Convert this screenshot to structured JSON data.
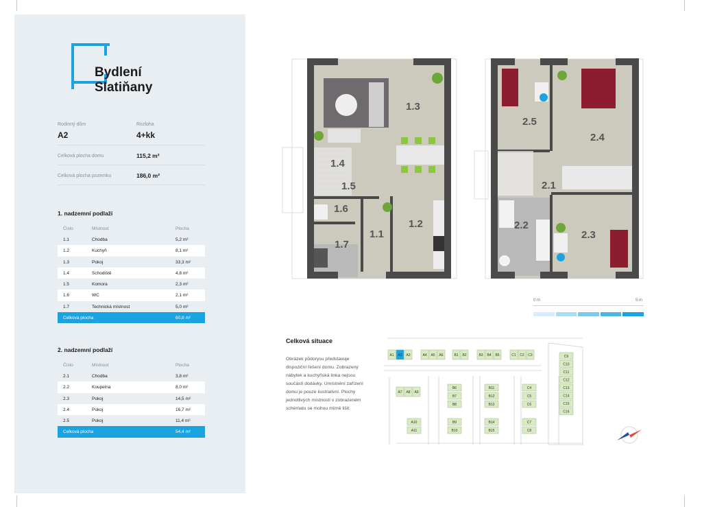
{
  "brand": {
    "line1": "Bydlení",
    "line2": "Slatiňany",
    "accent": "#1aa3e0"
  },
  "summary": {
    "type_label": "Rodinný dům",
    "type_value": "A2",
    "layout_label": "Rozloha",
    "layout_value": "4+kk",
    "house_area_label": "Celková plocha domu",
    "house_area_value": "115,2 m²",
    "plot_area_label": "Celková plocha pozemku",
    "plot_area_value": "186,0 m²"
  },
  "floor1": {
    "title": "1. nadzemní podlaží",
    "headers": [
      "Číslo",
      "Místnost",
      "Plocha"
    ],
    "rows": [
      [
        "1.1",
        "Chodba",
        "5,2 m²"
      ],
      [
        "1.2",
        "Kuchyň",
        "8,1 m²"
      ],
      [
        "1.3",
        "Pokoj",
        "33,3 m²"
      ],
      [
        "1.4",
        "Schodiště",
        "4,8 m²"
      ],
      [
        "1.5",
        "Komora",
        "2,3 m²"
      ],
      [
        "1.6",
        "WC",
        "2,1 m²"
      ],
      [
        "1.7",
        "Technická místnost",
        "5,0 m²"
      ]
    ],
    "total_label": "Celková plocha",
    "total_value": "60,8 m²"
  },
  "floor2": {
    "title": "2. nadzemní podlaží",
    "headers": [
      "Číslo",
      "Místnost",
      "Plocha"
    ],
    "rows": [
      [
        "2.1",
        "Chodba",
        "3,8 m²"
      ],
      [
        "2.2",
        "Koupelna",
        "8,0 m²"
      ],
      [
        "2.3",
        "Pokoj",
        "14,5 m²"
      ],
      [
        "2.4",
        "Pokoj",
        "16,7 m²"
      ],
      [
        "2.5",
        "Pokoj",
        "11,4 m²"
      ]
    ],
    "total_label": "Celková plocha",
    "total_value": "54,4 m²"
  },
  "plan1_rooms": [
    "1.3",
    "1.4",
    "1.5",
    "1.6",
    "1.2",
    "1.7",
    "1.1"
  ],
  "plan2_rooms": [
    "2.5",
    "2.4",
    "2.1",
    "2.2",
    "2.3"
  ],
  "scale": {
    "start": "0 m",
    "end": "5 m",
    "colors": [
      "#d7eef9",
      "#aadcf2",
      "#7ccaeb",
      "#4db6e4",
      "#1aa3e0"
    ]
  },
  "situation": {
    "title": "Celková situace",
    "text": "Obrázek půdorysu představuje dispoziční řešení domu. Zobrazený nábytek a kuchyňská linka nejsou součástí dodávky. Umístnění zařízení domu je pouze ilustrativní. Plochy jednotlivých místností v zobrazeném schématu se mohou mírně lišit.",
    "plots_row1": [
      "A1",
      "A2",
      "A3",
      "A4",
      "A5",
      "A6",
      "B1",
      "B2",
      "B3",
      "B4",
      "B5",
      "C1",
      "C2",
      "C3"
    ],
    "plots_right": [
      "C9",
      "C10",
      "C11",
      "C12",
      "C13",
      "C14",
      "C15",
      "C16"
    ],
    "plots_a": [
      "A7",
      "A8",
      "A9",
      "A10",
      "A11"
    ],
    "plots_b6": [
      "B6",
      "B7",
      "B8",
      "B9",
      "B10"
    ],
    "plots_b11": [
      "B11",
      "B12",
      "B13",
      "B14",
      "B15"
    ],
    "plots_c": [
      "C4",
      "C5",
      "C6",
      "C7",
      "C8"
    ],
    "highlight": "A2",
    "plot_color": "#d9ecc1",
    "highlight_color": "#1aa3e0"
  }
}
